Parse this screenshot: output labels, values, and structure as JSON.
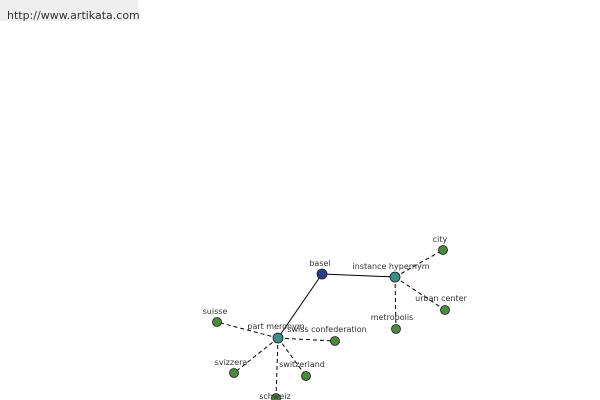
{
  "header": {
    "url": "http://www.artikata.com"
  },
  "colors": {
    "center_node": "#2e3b87",
    "relation_node": "#3f8a8a",
    "leaf_node": "#4b8a3e",
    "edge": "#000000"
  },
  "graph": {
    "nodes": [
      {
        "id": "basel",
        "label": "basel",
        "kind": "center"
      },
      {
        "id": "instance-hypernym",
        "label": "instance hypernym",
        "kind": "relation"
      },
      {
        "id": "part-meronym",
        "label": "part meronym",
        "kind": "relation"
      },
      {
        "id": "city",
        "label": "city",
        "kind": "leaf"
      },
      {
        "id": "urban-center",
        "label": "urban center",
        "kind": "leaf"
      },
      {
        "id": "metropolis",
        "label": "metropolis",
        "kind": "leaf"
      },
      {
        "id": "suisse",
        "label": "suisse",
        "kind": "leaf"
      },
      {
        "id": "swiss-confederation",
        "label": "swiss confederation",
        "kind": "leaf"
      },
      {
        "id": "svizzera",
        "label": "svizzera",
        "kind": "leaf"
      },
      {
        "id": "switzerland",
        "label": "switzerland",
        "kind": "leaf"
      },
      {
        "id": "schweiz",
        "label": "schweiz",
        "kind": "leaf"
      }
    ],
    "edges": [
      {
        "from": "basel",
        "to": "instance-hypernym",
        "style": "solid"
      },
      {
        "from": "basel",
        "to": "part-meronym",
        "style": "solid"
      },
      {
        "from": "instance-hypernym",
        "to": "city",
        "style": "dashed"
      },
      {
        "from": "instance-hypernym",
        "to": "urban-center",
        "style": "dashed"
      },
      {
        "from": "instance-hypernym",
        "to": "metropolis",
        "style": "dashed"
      },
      {
        "from": "part-meronym",
        "to": "suisse",
        "style": "dashed"
      },
      {
        "from": "part-meronym",
        "to": "swiss-confederation",
        "style": "dashed"
      },
      {
        "from": "part-meronym",
        "to": "svizzera",
        "style": "dashed"
      },
      {
        "from": "part-meronym",
        "to": "switzerland",
        "style": "dashed"
      },
      {
        "from": "part-meronym",
        "to": "schweiz",
        "style": "dashed"
      }
    ]
  }
}
